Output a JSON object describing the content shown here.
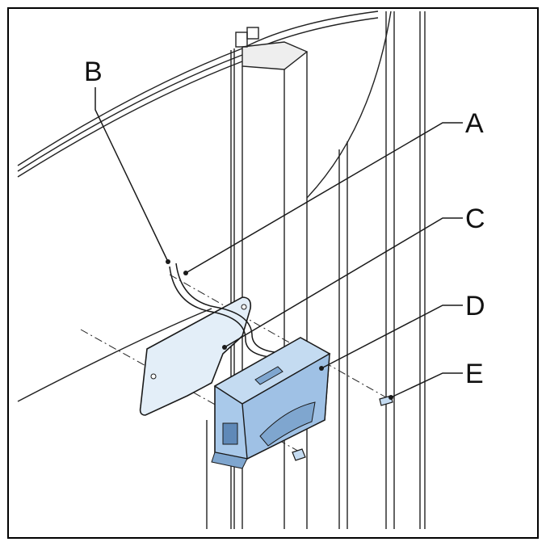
{
  "diagram": {
    "callouts": {
      "a": "A",
      "b": "B",
      "c": "C",
      "d": "D",
      "e": "E"
    },
    "colors": {
      "line": "#1a1a1a",
      "panel_fill": "#e3eef8",
      "module_fill": "#a9c9ea",
      "module_dark": "#7fa6cf",
      "module_shadow": "#5f89b8",
      "frame": "#000000"
    }
  }
}
